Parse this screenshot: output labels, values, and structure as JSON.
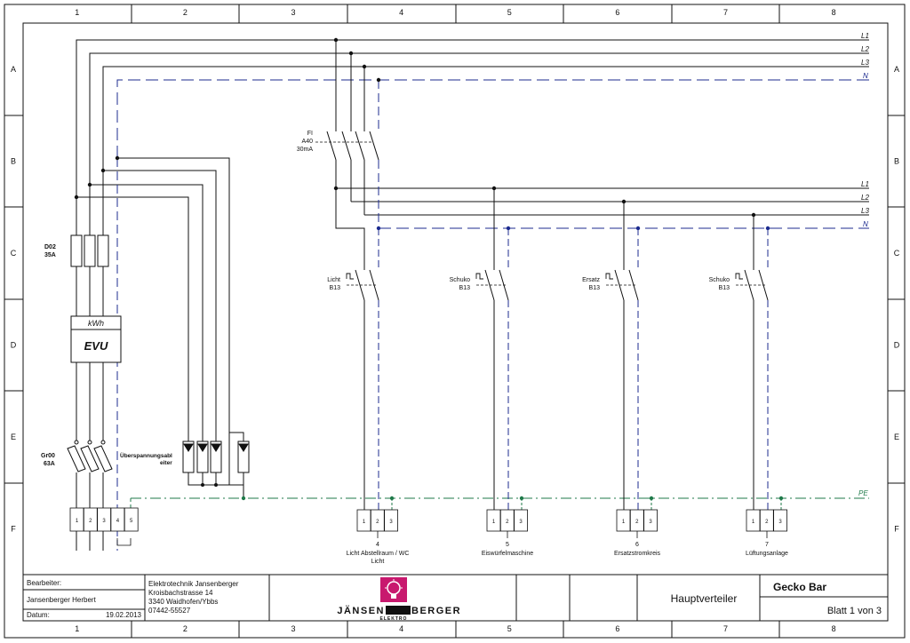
{
  "grid": {
    "cols": [
      "1",
      "2",
      "3",
      "4",
      "5",
      "6",
      "7",
      "8"
    ],
    "rows": [
      "A",
      "B",
      "C",
      "D",
      "E",
      "F"
    ]
  },
  "buses": {
    "L1": "L1",
    "L2": "L2",
    "L3": "L3",
    "N": "N",
    "PE": "PE"
  },
  "components": {
    "main_fuse": {
      "line1": "D02",
      "line2": "35A"
    },
    "meter": {
      "unit": "kWh",
      "name": "EVU"
    },
    "gr_fuse": {
      "line1": "Gr00",
      "line2": "63A"
    },
    "surge": {
      "line1": "Überspannungsabl",
      "line2": "eiter"
    },
    "rcd": {
      "line1": "FI",
      "line2": "A40",
      "line3": "30mA"
    },
    "breakers": [
      {
        "name": "Licht",
        "rating": "B13"
      },
      {
        "name": "Schuko",
        "rating": "B13"
      },
      {
        "name": "Ersatz",
        "rating": "B13"
      },
      {
        "name": "Schuko",
        "rating": "B13"
      }
    ]
  },
  "terminals": {
    "main": [
      "1",
      "2",
      "3",
      "4",
      "5"
    ],
    "circuit": [
      "1",
      "2",
      "3"
    ]
  },
  "circuits": [
    {
      "number": "4",
      "label": "Licht Abstellraum / WC",
      "label2": "Licht"
    },
    {
      "number": "5",
      "label": "Eiswürfelmaschine",
      "label2": ""
    },
    {
      "number": "6",
      "label": "Ersatzstromkreis",
      "label2": ""
    },
    {
      "number": "7",
      "label": "Lüftungsanlage",
      "label2": ""
    }
  ],
  "title_block": {
    "editor_label": "Bearbeiter:",
    "editor_name": "Jansenberger Herbert",
    "date_label": "Datum:",
    "date_value": "19.02.2013",
    "company_line1": "Elektrotechnik Jansenberger",
    "company_line2": "Kroisbachstrasse 14",
    "company_line3": "3340 Waidhofen/Ybbs",
    "company_line4": "07442-55527",
    "logo_left": "JÄNSEN",
    "logo_right": "BERGER",
    "logo_sub": "ELEKTRO",
    "drawing_title": "Hauptverteiler",
    "project": "Gecko Bar",
    "sheet": "Blatt 1 von 3"
  },
  "colors": {
    "line": "#111111",
    "neutral": "#1c2b8f",
    "pe": "#1f7a4a",
    "logo_bg": "#c8196e"
  }
}
